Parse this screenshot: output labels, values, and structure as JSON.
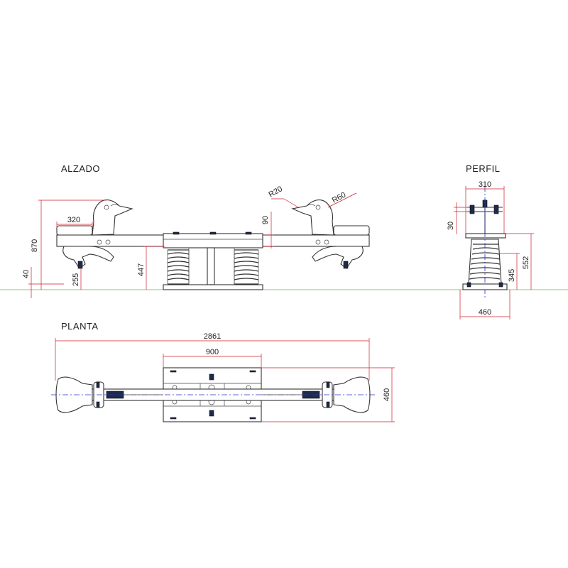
{
  "views": {
    "elevation": "ALZADO",
    "profile": "PERFIL",
    "plan": "PLANTA"
  },
  "dimensions": {
    "total_height": "870",
    "seat_width": "320",
    "seat_height": "255",
    "ground_offset": "40",
    "spring_height": "447",
    "handle_height": "90",
    "radius_small": "R20",
    "radius_large": "R60",
    "profile_top_width": "310",
    "profile_handle": "30",
    "profile_height": "552",
    "profile_spring": "345",
    "profile_base_width": "460",
    "plan_total_length": "2861",
    "plan_base_length": "900",
    "plan_width": "460"
  },
  "colors": {
    "dimension": "#cc1f2b",
    "ground": "#6fb24a",
    "axis": "#2a35c8",
    "outline": "#333333"
  }
}
